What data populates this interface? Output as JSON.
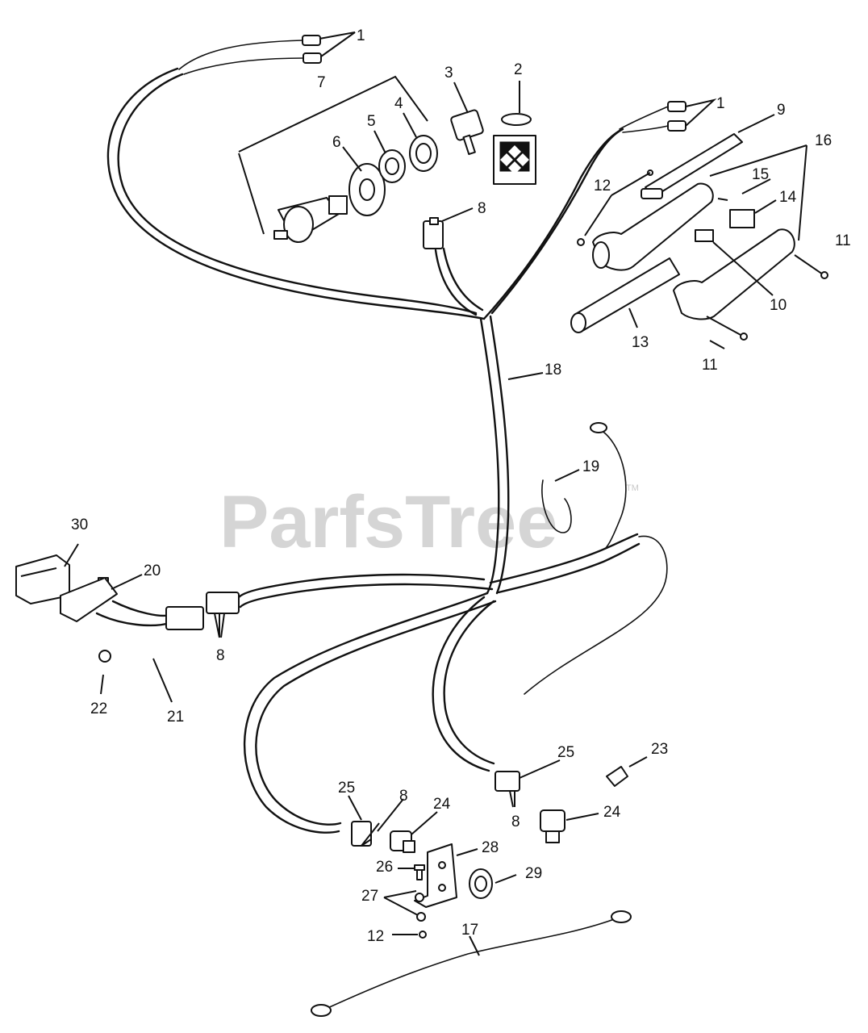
{
  "watermark": {
    "text": "ParfsTree",
    "trademark": "TM"
  },
  "callouts": {
    "c1a": "1",
    "c1b": "1",
    "c2": "2",
    "c3": "3",
    "c4": "4",
    "c5": "5",
    "c6": "6",
    "c7": "7",
    "c8a": "8",
    "c8b": "8",
    "c8c": "8",
    "c8d": "8",
    "c9": "9",
    "c10": "10",
    "c11a": "11",
    "c11b": "11",
    "c12a": "12",
    "c12b": "12",
    "c13": "13",
    "c14": "14",
    "c15": "15",
    "c16": "16",
    "c17": "17",
    "c18": "18",
    "c19": "19",
    "c20": "20",
    "c21": "21",
    "c22": "22",
    "c23": "23",
    "c24a": "24",
    "c24b": "24",
    "c25a": "25",
    "c25b": "25",
    "c26": "26",
    "c27": "27",
    "c28": "28",
    "c29": "29",
    "c30": "30"
  }
}
